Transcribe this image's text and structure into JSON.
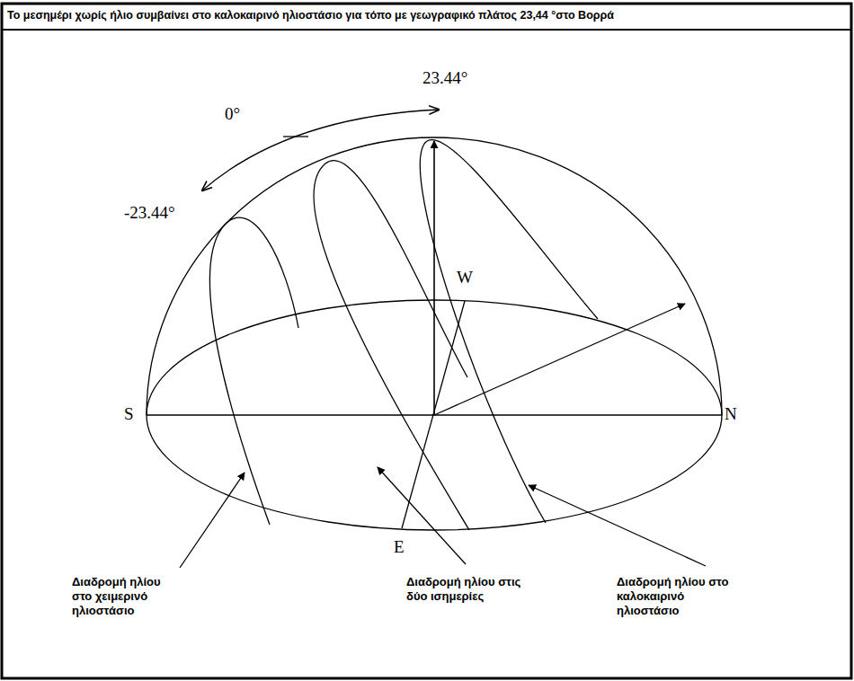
{
  "diagram": {
    "title": "Το μεσημέρι χωρίς ήλιο συμβαίνει στο καλοκαιρινό ηλιοστάσιο για τόπο με γεωγραφικό πλάτος 23,44 °στο Βορρά",
    "labels": [
      "23.44°",
      "0°",
      "-23.44°",
      "W",
      "S",
      "N",
      "E",
      "Διαδρομή ηλίου στο χειμερινό ηλιοστάσιο",
      "Διαδρομή ηλίου στις δύο ισημερίες",
      "Διαδρομή ηλίου στο καλοκαιρινό ηλιοστάσιο"
    ]
  }
}
